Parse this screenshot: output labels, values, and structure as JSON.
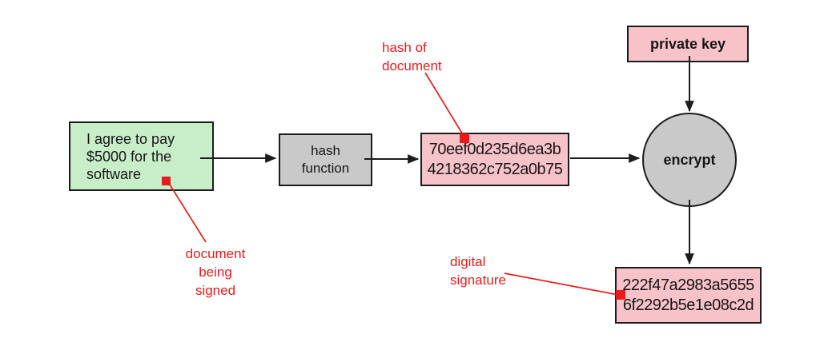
{
  "diagram": {
    "background": "#ffffff",
    "colors": {
      "background": "#ffffff",
      "document_fill": "#c8eec8",
      "value_fill": "#f8c3c8",
      "process_fill": "#c9c9c9",
      "annotation": "#e61c1c",
      "line": "#1c1c1c"
    },
    "nodes": {
      "document": {
        "lines": [
          "I agree to pay",
          "$5000 for the",
          "software"
        ]
      },
      "hash_function": {
        "lines": [
          "hash",
          "function"
        ]
      },
      "hash_value": {
        "lines": [
          "70eef0d235d6ea3b",
          "4218362c752a0b75"
        ]
      },
      "private_key": {
        "label": "private key"
      },
      "encrypt": {
        "label": "encrypt"
      },
      "signature_value": {
        "lines": [
          "222f47a2983a5655",
          "6f2292b5e1e08c2d"
        ]
      }
    },
    "annotations": {
      "document_being_signed": {
        "lines": [
          "document",
          "being",
          "signed"
        ]
      },
      "hash_of_document": {
        "lines": [
          "hash of",
          "document"
        ]
      },
      "digital_signature": {
        "lines": [
          "digital",
          "signature"
        ]
      }
    }
  }
}
